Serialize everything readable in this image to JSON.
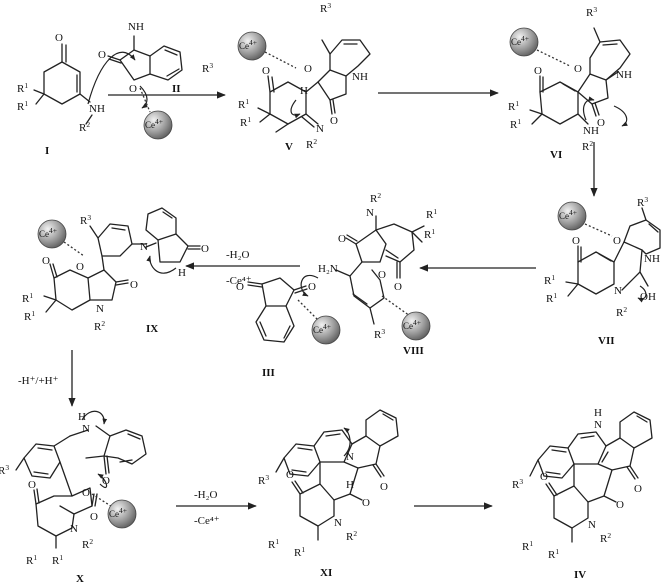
{
  "compound_labels": {
    "I": "I",
    "II": "II",
    "V": "V",
    "VI": "VI",
    "VII": "VII",
    "VIII": "VIII",
    "IX": "IX",
    "III": "III",
    "X": "X",
    "XI": "XI",
    "IV": "IV"
  },
  "catalyst": "Ce",
  "catalyst_charge": "4+",
  "atoms": {
    "O": "O",
    "NH": "NH",
    "N": "N",
    "H": "H",
    "OH": "OH",
    "H2N": "H₂N",
    "R1": "R",
    "R2": "R",
    "R3": "R",
    "sup1": "1",
    "sup2": "2",
    "sup3": "3"
  },
  "conditions": {
    "VIII_to_IX_top": "-H₂O",
    "VIII_to_IX_bottom": "-Ce⁴⁺",
    "IX_to_X": "-H⁺/+H⁺",
    "X_to_XI_top": "-H₂O",
    "X_to_XI_bottom": "-Ce⁴⁺"
  },
  "colors": {
    "ink": "#222222",
    "sphere_dark": "#6e6e6e",
    "sphere_light": "#e8e8e8"
  }
}
